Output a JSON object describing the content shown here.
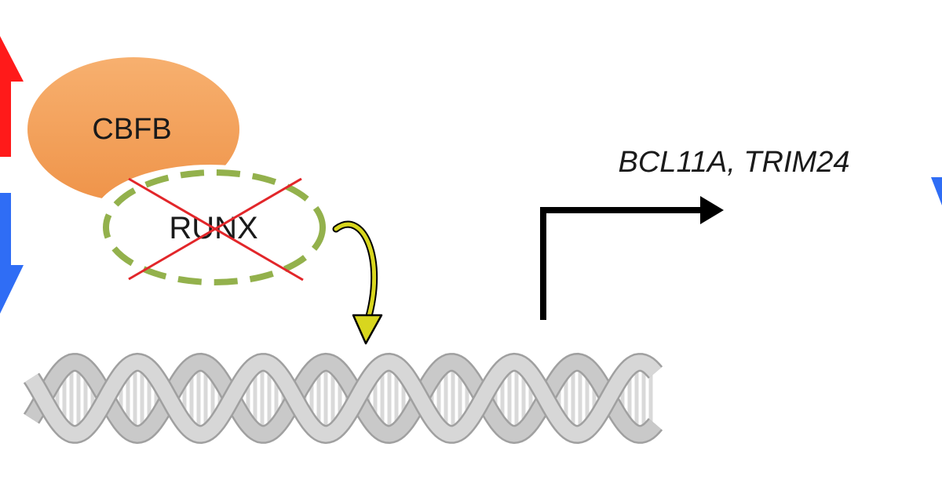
{
  "diagram": {
    "protein_cbfb": "CBFB",
    "protein_runx": "RUNX",
    "target_genes": "BCL11A, TRIM24"
  },
  "colors": {
    "cbfb_fill": "#f4a25c",
    "runx_outline": "#93b14c",
    "cross_red": "#e2262a",
    "up_arrow": "#ff1a1a",
    "down_arrow": "#2f6df5",
    "curved_arrow_fill": "#d8d61e",
    "dna_backbone": "#c4c4c4",
    "dna_rungs": "#d9d9d9",
    "tss_arrow": "#000000"
  }
}
